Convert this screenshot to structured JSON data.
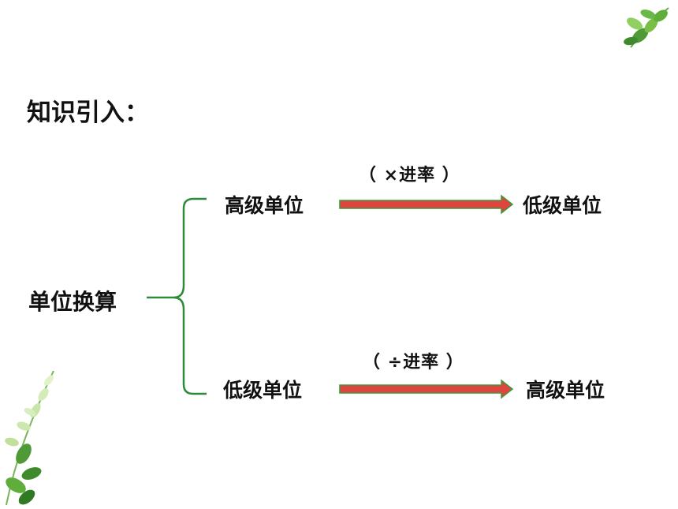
{
  "title": "知识引入：",
  "root": {
    "label": "单位换算"
  },
  "conversions": [
    {
      "from": "高级单位",
      "to": "低级单位",
      "rule": "（ ×进率 ）"
    },
    {
      "from": "低级单位",
      "to": "高级单位",
      "rule": "（ ÷进率 ）"
    }
  ],
  "colors": {
    "bracket": "#2e8b3a",
    "arrow": "#e0443e",
    "arrow_outline": "#3a9a3c",
    "leaf": "#5aa83a"
  },
  "decorations": [
    "leaf-branch-top-right",
    "leaf-branch-bottom-left"
  ]
}
